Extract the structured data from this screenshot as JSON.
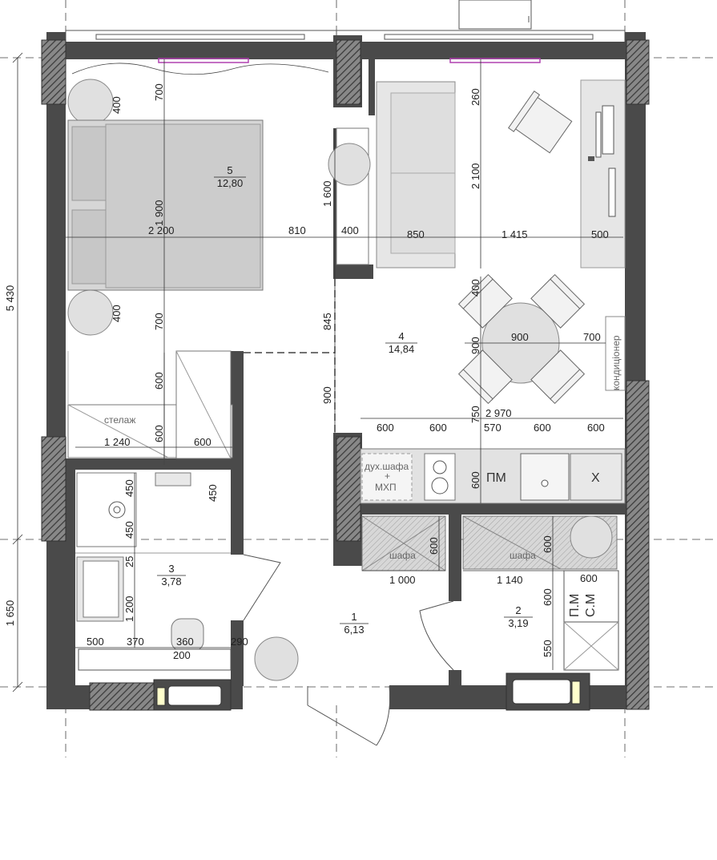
{
  "rooms": [
    {
      "num": "5",
      "area": "12,80"
    },
    {
      "num": "4",
      "area": "14,84"
    },
    {
      "num": "3",
      "area": "3,78"
    },
    {
      "num": "1",
      "area": "6,13"
    },
    {
      "num": "2",
      "area": "3,19"
    }
  ],
  "labels": {
    "shelf": "стелаж",
    "oven_top": "дух.шафа",
    "oven_plus": "+",
    "oven_bottom": "МХП",
    "dishwasher": "ПМ",
    "fridge": "Х",
    "wardrobe": "шафа",
    "washer": "П.М",
    "dryer": "С.М",
    "ac": "кондиціонер"
  },
  "dimensions": {
    "overall_height": "5 430",
    "lower_height": "1 650",
    "bed_width": "2 200",
    "aisle_810": "810",
    "nightstand_400_a": "400",
    "nightstand_400_b": "400",
    "wall_400": "400",
    "top_700": "700",
    "bed_1900": "1 900",
    "mid_700": "700",
    "closet_600_v": "600",
    "closet_600_v2": "600",
    "shelf_1240": "1 240",
    "shelf_600": "600",
    "niche_1600": "1 600",
    "hall_845": "845",
    "hall_900": "900",
    "sofa_850": "850",
    "desk_1415": "1 415",
    "desk_500": "500",
    "top_260": "260",
    "sofa_2100": "2 100",
    "table_400": "400",
    "table_900_h": "900",
    "table_900_v": "900",
    "table_700": "700",
    "gap_750": "750",
    "kitchen_2970": "2 970",
    "k_600_1": "600",
    "k_600_2": "600",
    "k_570": "570",
    "k_600_3": "600",
    "k_600_4": "600",
    "k_depth_600": "600",
    "wardrobe_600_a": "600",
    "wardrobe_600_b": "600",
    "wardrobe_1000": "1 000",
    "wardrobe_1140": "1 140",
    "laundry_600_h": "600",
    "laundry_600_v": "600",
    "laundry_550": "550",
    "bath_450_a": "450",
    "bath_450_b": "450",
    "bath_450_c": "450",
    "bath_25": "25",
    "bath_1200": "1 200",
    "bath_500": "500",
    "bath_370": "370",
    "bath_360": "360",
    "bath_200": "200",
    "bath_290": "290"
  }
}
